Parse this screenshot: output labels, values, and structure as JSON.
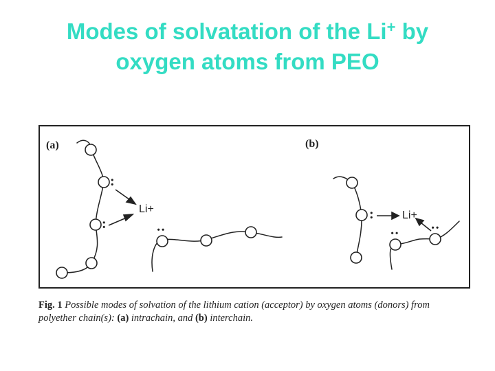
{
  "slide": {
    "title_line1_pre": "Modes of solvatation of the Li",
    "title_line1_sup": "+",
    "title_line1_post": " by",
    "title_line2": "oxygen atoms from PEO"
  },
  "figure": {
    "panel_a_label": "(a)",
    "panel_b_label": "(b)",
    "cation_label": "Li+",
    "lone_pair": ":"
  },
  "caption": {
    "fig_label": "Fig. 1",
    "text_1": "Possible modes of solvation of the lithium cation (acceptor) by oxygen atoms (donors) from polyether chain(s): ",
    "label_a": "(a)",
    "text_2": " intrachain, and ",
    "label_b": "(b)",
    "text_3": " interchain."
  },
  "colors": {
    "title": "#33dcc3",
    "ink": "#222222"
  }
}
